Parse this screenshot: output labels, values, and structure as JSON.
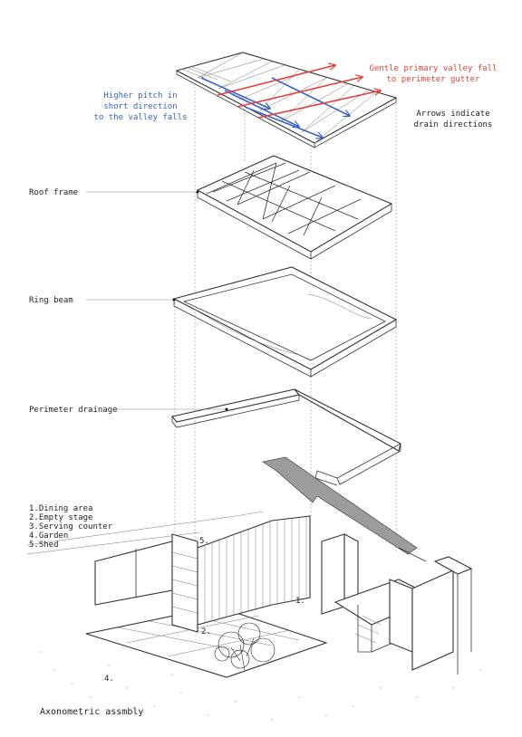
{
  "notes": {
    "blue_lines": [
      "Higher pitch in",
      "short direction",
      "to the valley falls"
    ],
    "red_lines": [
      "Gentle primary valley fall",
      "to perimeter gutter"
    ],
    "arrow_lines": [
      "Arrows indicate",
      "drain directions"
    ]
  },
  "labels": {
    "roof_frame": "Roof frame",
    "ring_beam": "Ring beam",
    "perimeter_drainage": "Perimeter drainage"
  },
  "legend": [
    "1.Dining area",
    "2.Empty stage",
    "3.Serving counter",
    "4.Garden",
    "5.Shed"
  ],
  "markers": [
    "1.",
    "2.",
    "4.",
    "5."
  ],
  "caption": "Axonometric assmbly",
  "colors": {
    "blue": "#3a63c4",
    "red": "#e0413a",
    "line": "#333333"
  }
}
